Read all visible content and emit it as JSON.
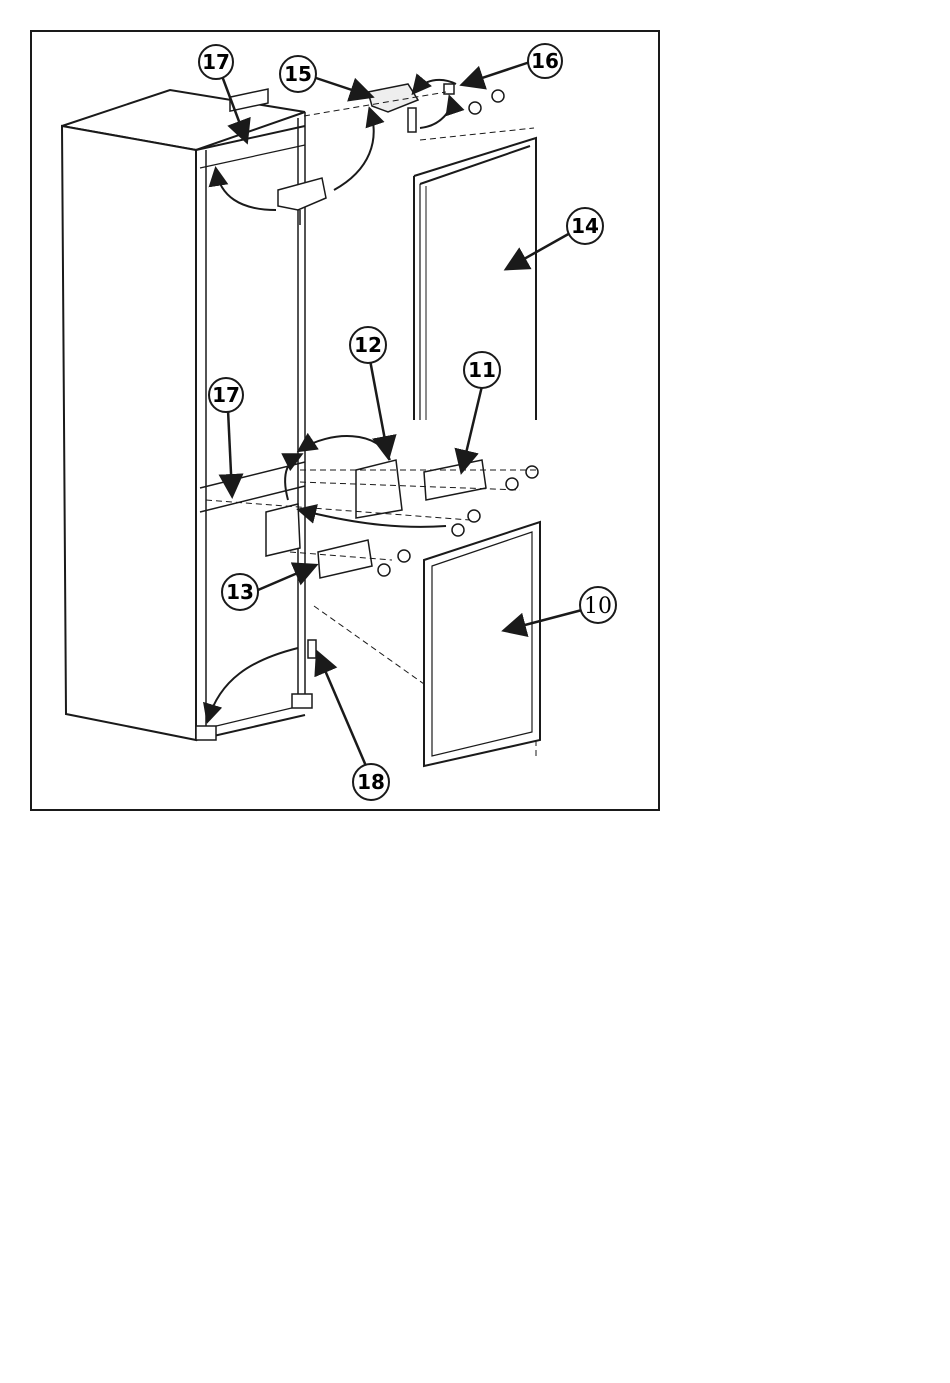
{
  "diagram": {
    "callouts": [
      {
        "id": "c17-top",
        "label": "17"
      },
      {
        "id": "c15",
        "label": "15"
      },
      {
        "id": "c16",
        "label": "16"
      },
      {
        "id": "c14",
        "label": "14"
      },
      {
        "id": "c12",
        "label": "12"
      },
      {
        "id": "c11",
        "label": "11"
      },
      {
        "id": "c17-mid",
        "label": "17"
      },
      {
        "id": "c13",
        "label": "13"
      },
      {
        "id": "c10",
        "label": "10"
      },
      {
        "id": "c18",
        "label": "18"
      }
    ]
  },
  "colors": {
    "line": "#1a1a1a",
    "background": "#ffffff",
    "panel_gray": "#dcdcdc"
  }
}
